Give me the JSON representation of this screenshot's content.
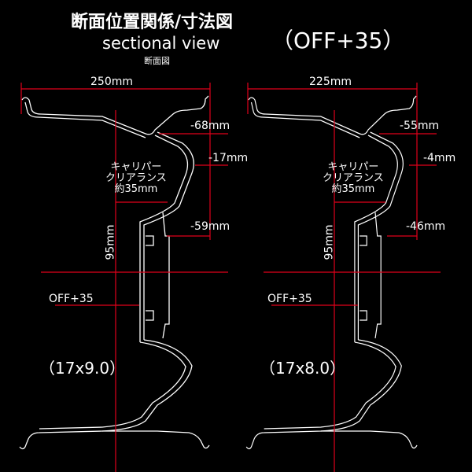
{
  "header": {
    "title": "断面位置関係/寸法図",
    "offset_title": "（OFF+35）",
    "subtitle_en": "sectional view",
    "subtitle_jp": "断面図"
  },
  "wheels": [
    {
      "width": "250mm",
      "d1": "-68mm",
      "d2": "-17mm",
      "d3": "-59mm",
      "caliper_l1": "キャリパー",
      "caliper_l2": "クリアランス",
      "caliper_l3": "約35mm",
      "pcd": "95mm",
      "offset": "OFF+35",
      "size": "（17x9.0）"
    },
    {
      "width": "225mm",
      "d1": "-55mm",
      "d2": "-4mm",
      "d3": "-46mm",
      "caliper_l1": "キャリパー",
      "caliper_l2": "クリアランス",
      "caliper_l3": "約35mm",
      "pcd": "95mm",
      "offset": "OFF+35",
      "size": "（17x8.0）"
    }
  ],
  "colors": {
    "dimension": "#e0001a",
    "outline": "#ffffff",
    "background": "#000000"
  }
}
